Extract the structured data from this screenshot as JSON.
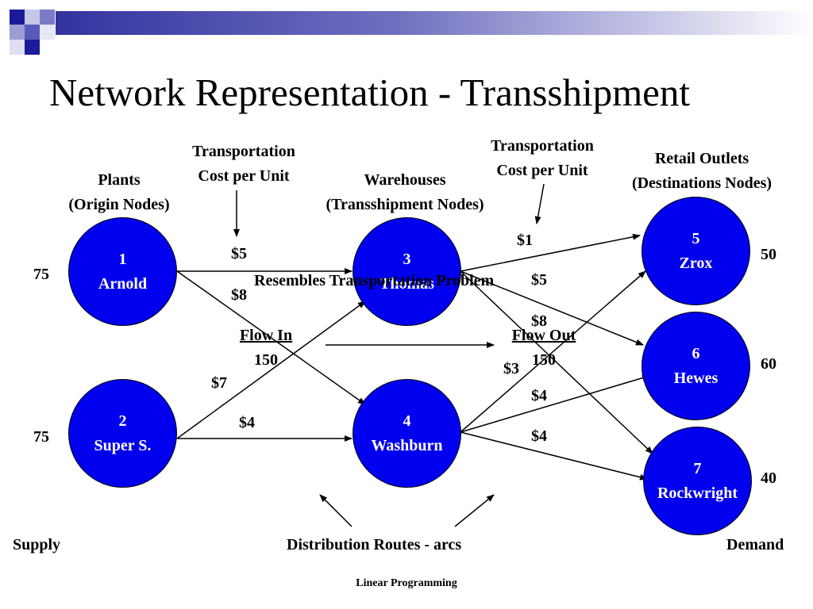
{
  "title": "Network Representation - Transshipment",
  "colors": {
    "node_fill": "#0000ee",
    "banner": "#3a3aa8"
  },
  "headers": {
    "plants": [
      "Plants",
      "(Origin Nodes)"
    ],
    "cost_left": [
      "Transportation",
      "Cost per Unit"
    ],
    "warehouses": [
      "Warehouses",
      "(Transshipment Nodes)"
    ],
    "cost_right": [
      "Transportation",
      "Cost per Unit"
    ],
    "retail": [
      "Retail Outlets",
      "(Destinations Nodes)"
    ]
  },
  "nodes": [
    {
      "id": "1",
      "name": "Arnold"
    },
    {
      "id": "2",
      "name": "Super S."
    },
    {
      "id": "3",
      "name": "Thomas"
    },
    {
      "id": "4",
      "name": "Washburn"
    },
    {
      "id": "5",
      "name": "Zrox"
    },
    {
      "id": "6",
      "name": "Hewes"
    },
    {
      "id": "7",
      "name": "Rockwright"
    }
  ],
  "supply": [
    "75",
    "75"
  ],
  "demand": [
    "50",
    "60",
    "40"
  ],
  "costs": {
    "c13": "$5",
    "c14": "$8",
    "c23": "$7",
    "c24": "$4",
    "c35": "$1",
    "c36": "$5",
    "c37": "$8",
    "c45": "$3",
    "c46": "$4",
    "c47": "$4"
  },
  "overlay": "Resembles Transportation Problem",
  "flow_in": {
    "label": "Flow In",
    "value": "150"
  },
  "flow_out": {
    "label": "Flow Out",
    "value": "150"
  },
  "bottom": {
    "supply": "Supply",
    "routes": "Distribution Routes - arcs",
    "demand": "Demand"
  },
  "footer": "Linear Programming"
}
